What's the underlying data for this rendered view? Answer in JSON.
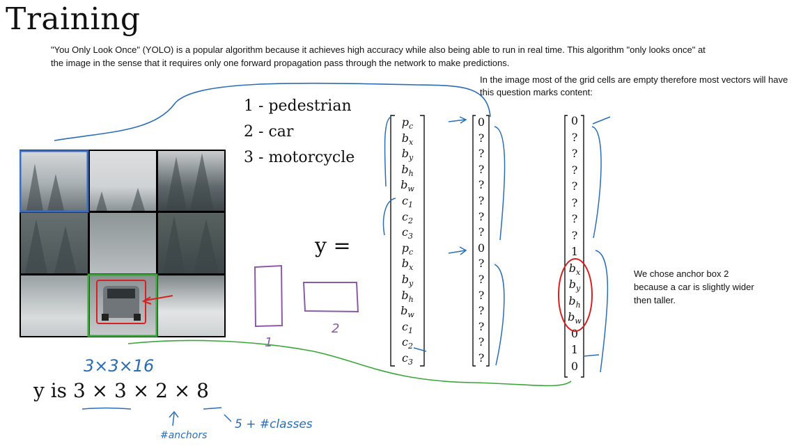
{
  "title": "Training",
  "intro": "\"You Only Look Once\" (YOLO) is a popular algorithm because it achieves high accuracy while also being able to run in real time. This algorithm \"only looks once\" at the image in the sense that it requires only one forward propagation pass through the network to make predictions.",
  "note_empty_cells": "In the image most of the grid cells are empty therefore most vectors will have this question marks content:",
  "note_anchor": "We chose anchor box 2 because a car is slightly wider then taller.",
  "classes": [
    {
      "num": "1 -",
      "name": "pedestrian"
    },
    {
      "num": "2 -",
      "name": "car"
    },
    {
      "num": "3 -",
      "name": "motorcycle"
    }
  ],
  "y_label": "y =",
  "label_vector": [
    "p_c",
    "b_x",
    "b_y",
    "b_h",
    "b_w",
    "c_1",
    "c_2",
    "c_3",
    "p_c",
    "b_x",
    "b_y",
    "b_h",
    "b_w",
    "c_1",
    "c_2",
    "c_3"
  ],
  "empty_vector": [
    "0",
    "?",
    "?",
    "?",
    "?",
    "?",
    "?",
    "?",
    "0",
    "?",
    "?",
    "?",
    "?",
    "?",
    "?",
    "?"
  ],
  "car_vector": [
    "0",
    "?",
    "?",
    "?",
    "?",
    "?",
    "?",
    "?",
    "1",
    "b_x",
    "b_y",
    "b_h",
    "b_w",
    "0",
    "1",
    "0"
  ],
  "output_shape": "y is 3 × 3 × 2 × 8",
  "handwriting": {
    "grid_size": "3×3×16",
    "anchor_1": "1",
    "anchor_2": "2",
    "anchors_label": "#anchors",
    "classes_label": "5 + #classes"
  },
  "colors": {
    "blue_box": "#3a6cc0",
    "green_box": "#3aa63a",
    "red_ink": "#d82020",
    "purple_ink": "#8a5aa8",
    "blue_ink": "#2a6db5",
    "green_ink": "#3aa63a"
  }
}
